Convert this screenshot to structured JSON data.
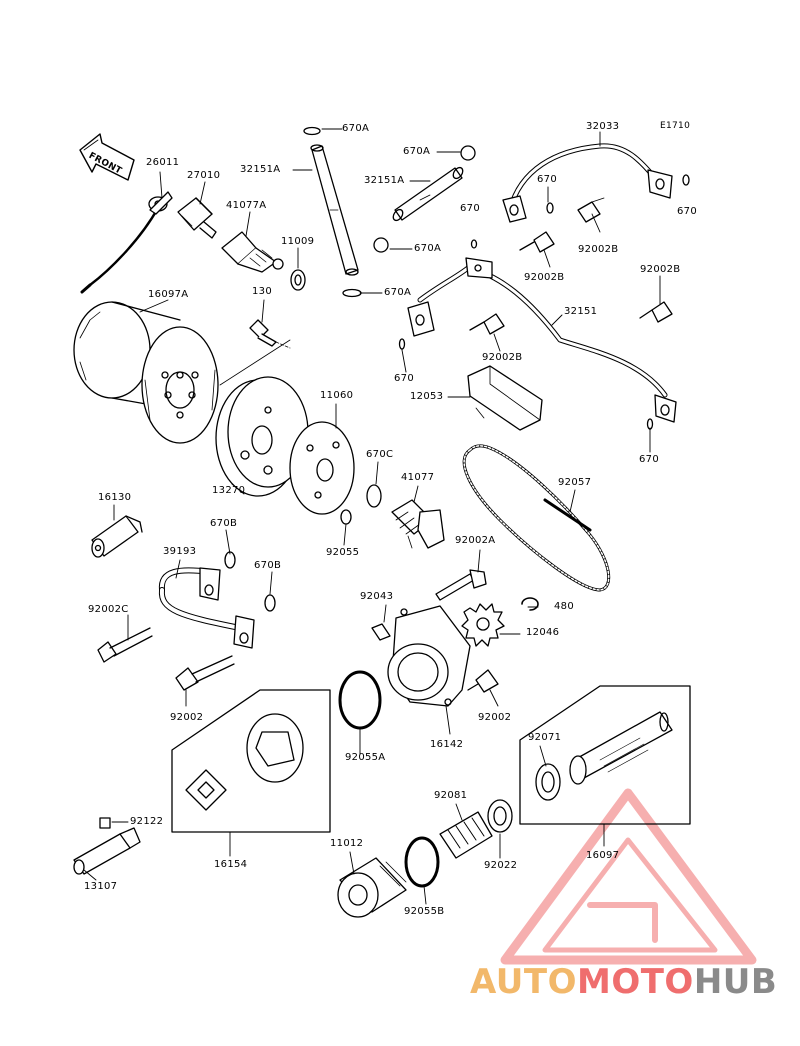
{
  "diagram_code": "E1710",
  "front_label": "FRONT",
  "colors": {
    "line": "#000000",
    "watermark_orange": "#f2b86a",
    "watermark_red": "#ef6e6e",
    "watermark_gray": "#8a8a8a"
  },
  "parts": [
    {
      "key": "p670a_1",
      "label": "670A"
    },
    {
      "key": "p32151a_1",
      "label": "32151A"
    },
    {
      "key": "p670a_2",
      "label": "670A"
    },
    {
      "key": "p32151a_2",
      "label": "32151A"
    },
    {
      "key": "p670a_3",
      "label": "670A"
    },
    {
      "key": "p670a_4",
      "label": "670A"
    },
    {
      "key": "p26011",
      "label": "26011"
    },
    {
      "key": "p27010",
      "label": "27010"
    },
    {
      "key": "p41077a",
      "label": "41077A"
    },
    {
      "key": "p11009",
      "label": "11009"
    },
    {
      "key": "p130",
      "label": "130"
    },
    {
      "key": "p16097a",
      "label": "16097A"
    },
    {
      "key": "p32033",
      "label": "32033"
    },
    {
      "key": "p670_1",
      "label": "670"
    },
    {
      "key": "p670_2",
      "label": "670"
    },
    {
      "key": "p670_3",
      "label": "670"
    },
    {
      "key": "p92002b_1",
      "label": "92002B"
    },
    {
      "key": "p92002b_2",
      "label": "92002B"
    },
    {
      "key": "p92002b_3",
      "label": "92002B"
    },
    {
      "key": "p92002b_4",
      "label": "92002B"
    },
    {
      "key": "p32151",
      "label": "32151"
    },
    {
      "key": "p670_4",
      "label": "670"
    },
    {
      "key": "p12053",
      "label": "12053"
    },
    {
      "key": "p670_5",
      "label": "670"
    },
    {
      "key": "p11060",
      "label": "11060"
    },
    {
      "key": "p670c",
      "label": "670C"
    },
    {
      "key": "p41077",
      "label": "41077"
    },
    {
      "key": "p92057",
      "label": "92057"
    },
    {
      "key": "p13270",
      "label": "13270"
    },
    {
      "key": "p16130",
      "label": "16130"
    },
    {
      "key": "p670b_1",
      "label": "670B"
    },
    {
      "key": "p92055",
      "label": "92055"
    },
    {
      "key": "p39193",
      "label": "39193"
    },
    {
      "key": "p670b_2",
      "label": "670B"
    },
    {
      "key": "p92002a",
      "label": "92002A"
    },
    {
      "key": "p92043",
      "label": "92043"
    },
    {
      "key": "p480",
      "label": "480"
    },
    {
      "key": "p92002c",
      "label": "92002C"
    },
    {
      "key": "p12046",
      "label": "12046"
    },
    {
      "key": "p92002_1",
      "label": "92002"
    },
    {
      "key": "p92002_2",
      "label": "92002"
    },
    {
      "key": "p92055a",
      "label": "92055A"
    },
    {
      "key": "p16142",
      "label": "16142"
    },
    {
      "key": "p92071",
      "label": "92071"
    },
    {
      "key": "p92081",
      "label": "92081"
    },
    {
      "key": "p92122",
      "label": "92122"
    },
    {
      "key": "p16154",
      "label": "16154"
    },
    {
      "key": "p92022",
      "label": "92022"
    },
    {
      "key": "p16097",
      "label": "16097"
    },
    {
      "key": "p11012",
      "label": "11012"
    },
    {
      "key": "p13107",
      "label": "13107"
    },
    {
      "key": "p92055b",
      "label": "92055B"
    }
  ],
  "watermark": {
    "part1": "AUTO",
    "part2": "MOTO",
    "part3": "HUB"
  }
}
